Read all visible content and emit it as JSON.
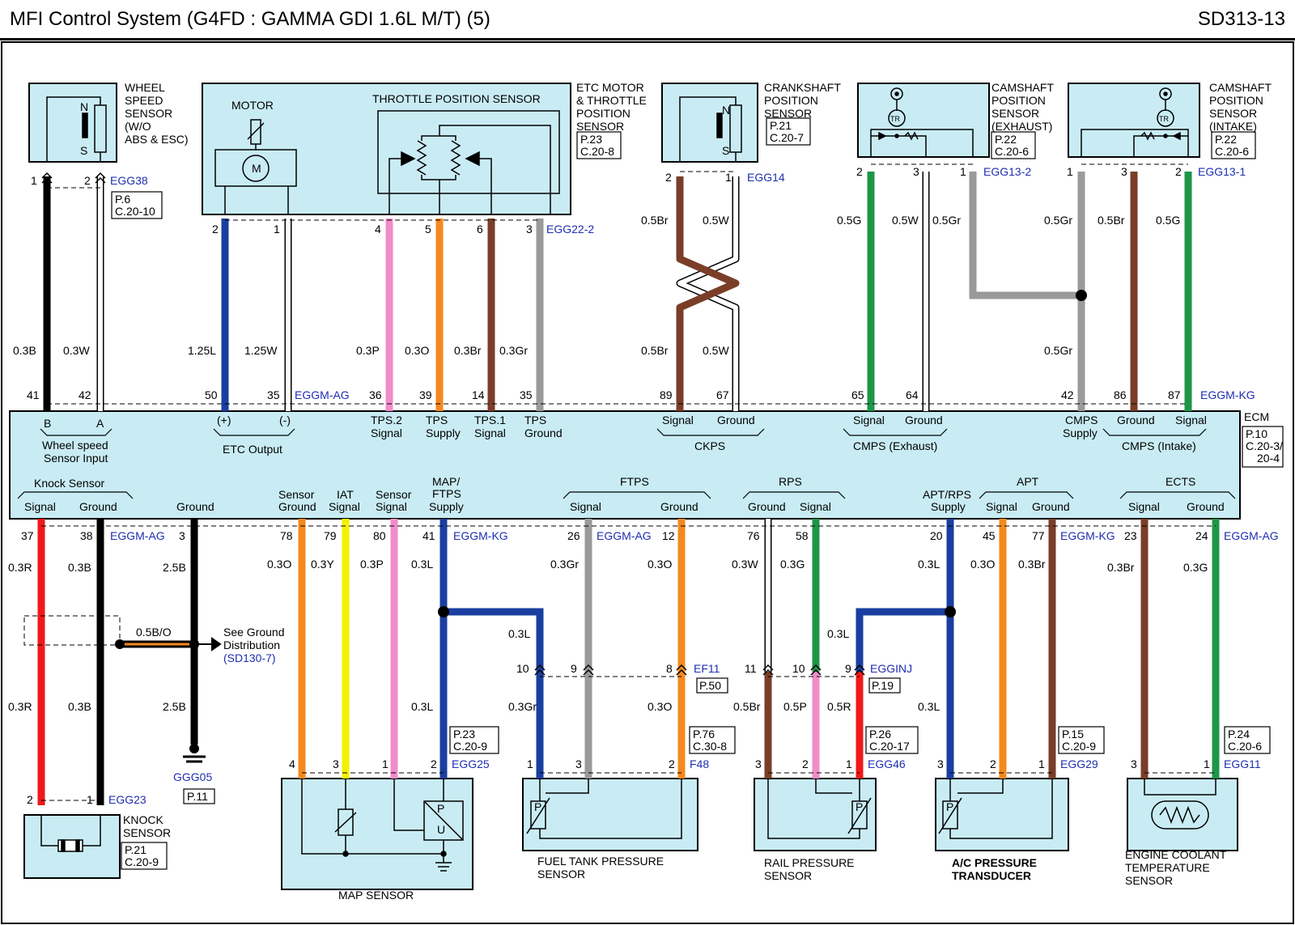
{
  "header": {
    "title": "MFI Control System (G4FD : GAMMA GDI 1.6L M/T) (5)",
    "page_code": "SD313-13"
  },
  "colors": {
    "box_fill": "#c9ecf4",
    "connector_blue": "#1f2fb0",
    "frame": "#000000"
  },
  "components": {
    "wss": {
      "lines": [
        "WHEEL",
        "SPEED",
        "SENSOR",
        "(W/O",
        "ABS & ESC)"
      ],
      "inner": [
        "N",
        "S"
      ]
    },
    "etc": {
      "lines": [
        "ETC MOTOR",
        "& THROTTLE",
        "POSITION",
        "SENSOR"
      ],
      "motor": "MOTOR",
      "m": "M",
      "tps_title": "THROTTLE POSITION SENSOR"
    },
    "ckp": {
      "lines": [
        "CRANKSHAFT",
        "POSITION",
        "SENSOR"
      ],
      "inner": [
        "N",
        "S"
      ]
    },
    "cmpe": {
      "lines": [
        "CAMSHAFT",
        "POSITION",
        "SENSOR",
        "(EXHAUST)"
      ],
      "tr": "TR"
    },
    "cmpi": {
      "lines": [
        "CAMSHAFT",
        "POSITION",
        "SENSOR",
        "(INTAKE)"
      ],
      "tr": "TR"
    },
    "knock": {
      "lines": [
        "KNOCK",
        "SENSOR"
      ]
    },
    "map": {
      "label": "MAP SENSOR",
      "p": "P",
      "u": "U"
    },
    "ftp": {
      "lines": [
        "FUEL TANK PRESSURE",
        "SENSOR"
      ],
      "p": "P"
    },
    "rps": {
      "lines": [
        "RAIL PRESSURE",
        "SENSOR"
      ],
      "p": "P"
    },
    "acp": {
      "lines": [
        "A/C PRESSURE",
        "TRANSDUCER"
      ],
      "p": "P"
    },
    "ects": {
      "lines": [
        "ENGINE COOLANT",
        "TEMPERATURE",
        "SENSOR"
      ]
    },
    "ecm": {
      "label": "ECM"
    }
  },
  "refs": {
    "wss": [
      "P.6",
      "C.20-10"
    ],
    "etc": [
      "P.23",
      "C.20-8"
    ],
    "ckp": [
      "P.21",
      "C.20-7"
    ],
    "cmpe": [
      "P.22",
      "C.20-6"
    ],
    "cmpi": [
      "P.22",
      "C.20-6"
    ],
    "ecm": [
      "P.10",
      "C.20-3/",
      "20-4"
    ],
    "knock": [
      "P.21",
      "C.20-9"
    ],
    "map": [
      "P.23",
      "C.20-9"
    ],
    "ftp": [
      "P.76",
      "C.30-8"
    ],
    "rps": [
      "P.26",
      "C.20-17"
    ],
    "acp": [
      "P.15",
      "C.20-9"
    ],
    "ects": [
      "P.24",
      "C.20-6"
    ],
    "ef11": [
      "P.50"
    ],
    "egginj": [
      "P.19"
    ],
    "ggg05": [
      "P.11"
    ]
  },
  "connectors": {
    "egg38": "EGG38",
    "egg22_2": "EGG22-2",
    "egg14": "EGG14",
    "egg13_2": "EGG13-2",
    "egg13_1": "EGG13-1",
    "eggm_ag_top": "EGGM-AG",
    "eggm_kg_top": "EGGM-KG",
    "eggm_ag_1": "EGGM-AG",
    "eggm_kg_1": "EGGM-KG",
    "eggm_ag_2": "EGGM-AG",
    "eggm_kg_2": "EGGM-KG",
    "eggm_ag_3": "EGGM-AG",
    "ef11": "EF11",
    "egginj": "EGGINJ",
    "egg23": "EGG23",
    "egg25": "EGG25",
    "f48": "F48",
    "egg46": "EGG46",
    "egg29": "EGG29",
    "egg11": "EGG11",
    "ggg05": "GGG05"
  },
  "ground_note": {
    "l1": "See Ground",
    "l2": "Distribution",
    "l3": "(SD130-7)",
    "wire": "0.5B/O"
  },
  "ecm_labels": {
    "wss_b": "B",
    "wss_a": "A",
    "wss_g1": "Wheel speed",
    "wss_g2": "Sensor Input",
    "etc_p": "(+)",
    "etc_n": "(-)",
    "etc_g": "ETC Output",
    "tps2a": "TPS.2",
    "tps2b": "Signal",
    "tpssa": "TPS",
    "tpssb": "Supply",
    "tps1a": "TPS.1",
    "tps1b": "Signal",
    "tpsga": "TPS",
    "tpsgb": "Ground",
    "ck_sig": "Signal",
    "ck_gnd": "Ground",
    "ck_g": "CKPS",
    "ce_sig": "Signal",
    "ce_gnd": "Ground",
    "ce_g": "CMPS (Exhaust)",
    "cs_a": "CMPS",
    "cs_b": "Supply",
    "ci_gnd": "Ground",
    "ci_sig": "Signal",
    "ci_g": "CMPS (Intake)",
    "ks_g": "Knock Sensor",
    "ks_sig": "Signal",
    "ks_gnd": "Ground",
    "gnd": "Ground",
    "sg_a": "Sensor",
    "sg_b": "Ground",
    "iat_a": "IAT",
    "iat_b": "Signal",
    "ss_a": "Sensor",
    "ss_b": "Signal",
    "mfs_a": "MAP/",
    "mfs_b": "FTPS",
    "mfs_c": "Supply",
    "ftps_g": "FTPS",
    "ftps_sig": "Signal",
    "ftps_gnd": "Ground",
    "rps_g": "RPS",
    "rps_gnd": "Ground",
    "rps_sig": "Signal",
    "ar_a": "APT/RPS",
    "ar_b": "Supply",
    "apt_g": "APT",
    "apt_sig": "Signal",
    "apt_gnd": "Ground",
    "ec_g": "ECTS",
    "ec_sig": "Signal",
    "ec_gnd": "Ground"
  },
  "pins": {
    "wss": [
      "1",
      "2"
    ],
    "etc": [
      "2",
      "1",
      "4",
      "5",
      "6",
      "3"
    ],
    "ckp": [
      "2",
      "1"
    ],
    "cmpe": [
      "2",
      "3",
      "1"
    ],
    "cmpi": [
      "1",
      "3",
      "2"
    ],
    "ecm_top": [
      "41",
      "42",
      "50",
      "35",
      "36",
      "39",
      "14",
      "35",
      "89",
      "67",
      "65",
      "64",
      "42",
      "86",
      "87"
    ],
    "ecm_bot": [
      "37",
      "38",
      "3",
      "78",
      "79",
      "80",
      "41",
      "26",
      "12",
      "76",
      "58",
      "20",
      "45",
      "77",
      "23",
      "24"
    ],
    "mid": [
      "10",
      "9",
      "8",
      "11",
      "10",
      "9"
    ],
    "knock": [
      "2",
      "1"
    ],
    "map": [
      "4",
      "3",
      "1",
      "2"
    ],
    "ftp": [
      "1",
      "3",
      "2"
    ],
    "rps": [
      "3",
      "2",
      "1"
    ],
    "acp": [
      "3",
      "2",
      "1"
    ],
    "ects": [
      "3",
      "1"
    ]
  },
  "wires_top": [
    "0.3B",
    "0.3W",
    "1.25L",
    "1.25W",
    "0.3P",
    "0.3O",
    "0.3Br",
    "0.3Gr",
    "0.5Br",
    "0.5W",
    "0.5Br",
    "0.5W",
    "0.5G",
    "0.5W",
    "0.5Gr",
    "0.5Gr",
    "0.5Br",
    "0.5G",
    "0.5Gr"
  ],
  "wires_bot": [
    "0.3R",
    "0.3B",
    "2.5B",
    "0.3O",
    "0.3Y",
    "0.3P",
    "0.3L",
    "0.3Gr",
    "0.3O",
    "0.3W",
    "0.3G",
    "0.3L",
    "0.3O",
    "0.3Br",
    "0.3Br",
    "0.3G",
    "0.3L",
    "0.3L",
    "0.3R",
    "0.3B",
    "2.5B",
    "0.3L",
    "0.3Gr",
    "0.3O",
    "0.5Br",
    "0.5P",
    "0.5R",
    "0.3L"
  ]
}
